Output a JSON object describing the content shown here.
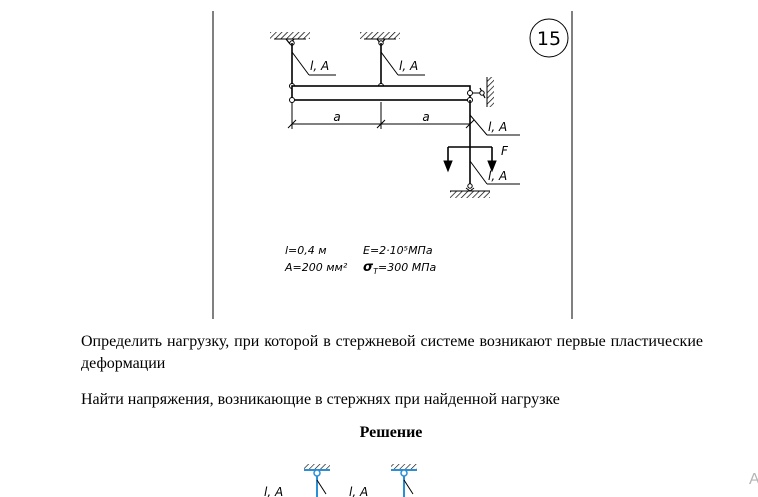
{
  "figure": {
    "problem_number": "15",
    "rod_label": "l, A",
    "span_label": "a",
    "force_label": "F",
    "params_left": [
      "l=0,4 м",
      "A=200 мм²"
    ],
    "param_modulus": "E=2·10⁵МПа",
    "param_yield_symbol": "σ",
    "param_yield_sub": "T",
    "param_yield_value": "=300 МПа"
  },
  "text": {
    "task_1": "Определить нагрузку, при которой в стержневой системе возникают первые пластические деформации",
    "task_2": "Найти напряжения, возникающие в стержнях при найденной нагрузке",
    "solution_title": "Решение"
  },
  "solution_figure": {
    "rod_label": "l, A",
    "accent_color": "#2b8fd6"
  },
  "colors": {
    "ink": "#000000",
    "accent": "#2b8fd6"
  },
  "edge_mark": "A"
}
